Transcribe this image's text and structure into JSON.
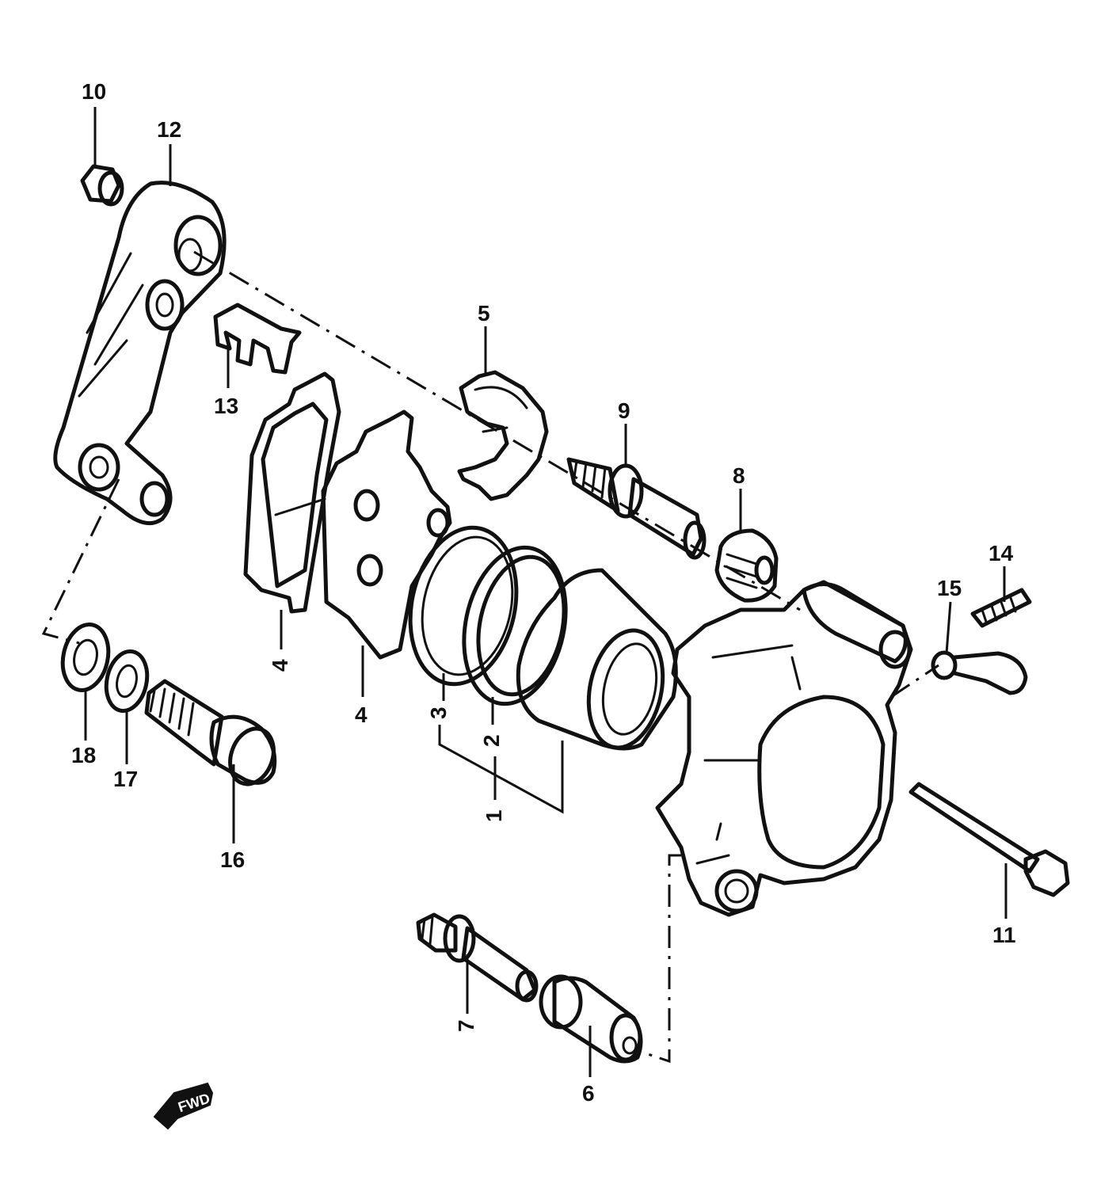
{
  "labels": {
    "p1": "1",
    "p2": "2",
    "p3": "3",
    "p4a": "4",
    "p4b": "4",
    "p5": "5",
    "p6": "6",
    "p7": "7",
    "p8": "8",
    "p9": "9",
    "p10": "10",
    "p11": "11",
    "p12": "12",
    "p13": "13",
    "p14": "14",
    "p15": "15",
    "p16": "16",
    "p17": "17",
    "p18": "18"
  },
  "fwd_arrow": {
    "text": "FWD"
  }
}
